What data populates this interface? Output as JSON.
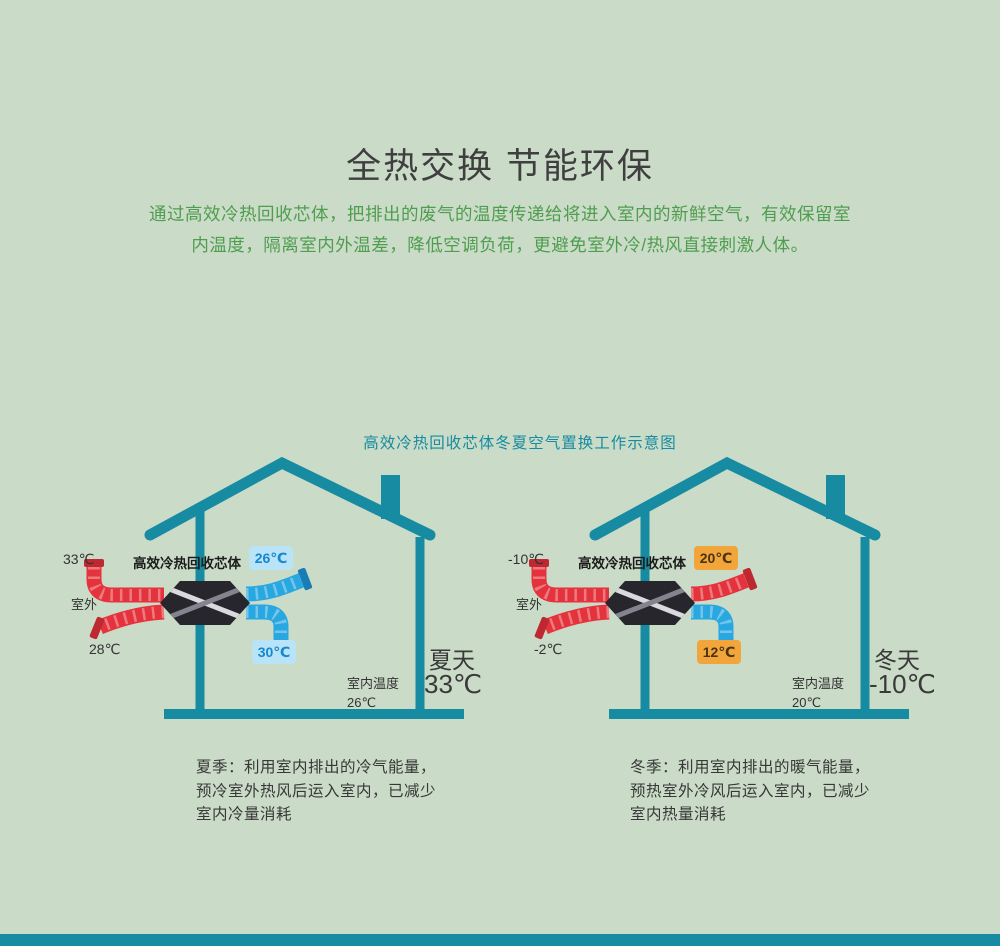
{
  "colors": {
    "bg": "#cadbc7",
    "teal": "#178ba1",
    "green": "#4f9d4f",
    "pipe-red": "#e5333d",
    "pipe-blue": "#29a7e1",
    "badge-blue-bg": "#b9e3f6",
    "badge-blue-text": "#1787cf",
    "badge-orange-bg": "#f2a53a",
    "badge-orange-text": "#4a3413"
  },
  "header": {
    "title": "全热交换 节能环保",
    "desc_line1": "通过高效冷热回收芯体，把排出的废气的温度传递给将进入室内的新鲜空气，有效保留室",
    "desc_line2": "内温度，隔离室内外温差，降低空调负荷，更避免室外冷/热风直接刺激人体。"
  },
  "diagram": {
    "title": "高效冷热回收芯体冬夏空气置换工作示意图",
    "summer": {
      "outside_top_temp": "33℃",
      "outside_label": "室外",
      "outside_bottom_temp": "28℃",
      "core_label": "高效冷热回收芯体",
      "inside_top_temp": "26℃",
      "inside_bottom_temp": "30℃",
      "indoor_label": "室内温度",
      "indoor_temp": "26℃",
      "season": "夏天",
      "season_temp": "33℃",
      "caption_line1": "夏季：利用室内排出的冷气能量，",
      "caption_line2": "预冷室外热风后运入室内，已减少",
      "caption_line3": "室内冷量消耗"
    },
    "winter": {
      "outside_top_temp": "-10℃",
      "outside_label": "室外",
      "outside_bottom_temp": "-2℃",
      "core_label": "高效冷热回收芯体",
      "inside_top_temp": "20℃",
      "inside_bottom_temp": "12℃",
      "indoor_label": "室内温度",
      "indoor_temp": "20℃",
      "season": "冬天",
      "season_temp": "-10℃",
      "caption_line1": "冬季：利用室内排出的暖气能量，",
      "caption_line2": "预热室外冷风后运入室内，已减少",
      "caption_line3": "室内热量消耗"
    }
  }
}
